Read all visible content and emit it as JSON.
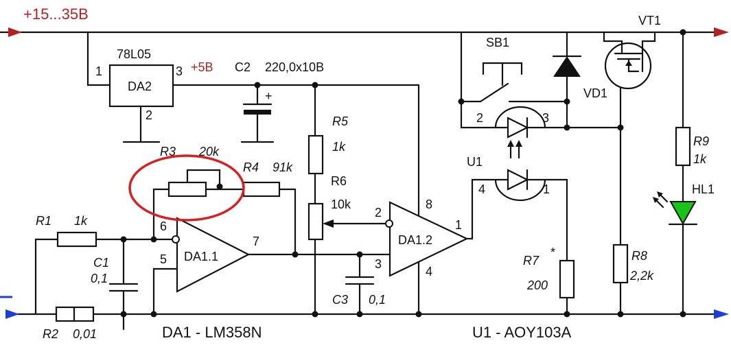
{
  "colors": {
    "wire": "#111111",
    "rail_positive": "#b22222",
    "rail_negative_arrow": "#1f3fd0",
    "led": "#19c419",
    "highlight_ellipse": "#d81f1f"
  },
  "labels": {
    "supply": "+15...35B",
    "plus5": "+5B",
    "da2_part": "78L05",
    "da2": "DA2",
    "da2_pin1": "1",
    "da2_pin2": "2",
    "da2_pin3": "3",
    "c2": "C2",
    "c2_value": "220,0x10B",
    "c2_plus": "+",
    "r3": "R3",
    "r3_value": "20k",
    "r4": "R4",
    "r4_value": "91k",
    "r5": "R5",
    "r5_value": "1k",
    "r6": "R6",
    "r6_value": "10k",
    "r1": "R1",
    "r1_value": "1k",
    "r2": "R2",
    "r2_value": "0,01",
    "c1": "C1",
    "c1_value": "0,1",
    "c3": "C3",
    "c3_value": "0,1",
    "da11": "DA1.1",
    "da11_pin6": "6",
    "da11_pin5": "5",
    "da11_pin7": "7",
    "da12": "DA1.2",
    "da12_pin2": "2",
    "da12_pin3": "3",
    "da12_pin8": "8",
    "da12_pin4": "4",
    "da12_pin1": "1",
    "sb1": "SB1",
    "u1": "U1",
    "u1_pin2": "2",
    "u1_pin3": "3",
    "u1_pin4": "4",
    "u1_pin1": "1",
    "vt1": "VT1",
    "vd1": "VD1",
    "r7": "R7",
    "r7_star": "*",
    "r7_value": "200",
    "r8": "R8",
    "r8_value": "2,2k",
    "r9": "R9",
    "r9_value": "1k",
    "hl1": "HL1",
    "da1_part": "DA1 - LM358N",
    "u1_part": "U1 - AOY103A"
  }
}
